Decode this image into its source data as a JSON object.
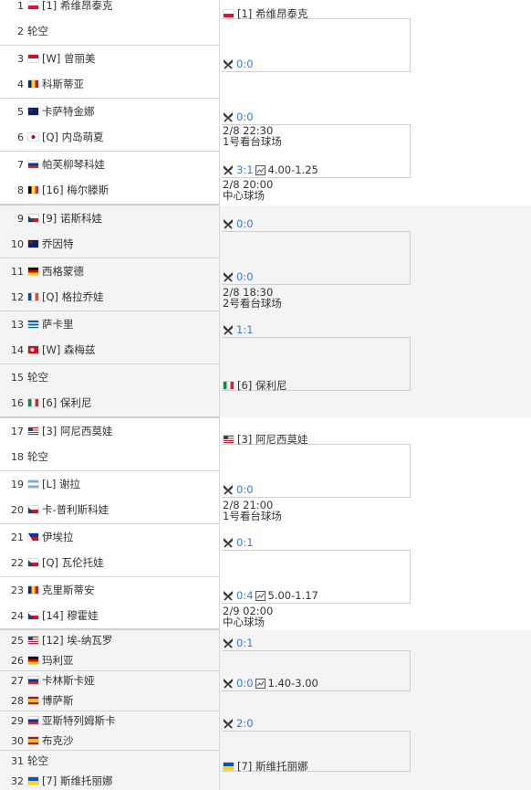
{
  "players": [
    {
      "num": "1",
      "flag": "pl",
      "label": "[1] 希维昂泰克"
    },
    {
      "num": "2",
      "flag": "",
      "label": "轮空"
    },
    {
      "num": "3",
      "flag": "id",
      "label": "[W] 曾丽美"
    },
    {
      "num": "4",
      "flag": "ro",
      "label": "科斯蒂亚"
    },
    {
      "num": "5",
      "flag": "au",
      "label": "卡萨特金娜"
    },
    {
      "num": "6",
      "flag": "jp",
      "label": "[Q] 内岛萌夏"
    },
    {
      "num": "7",
      "flag": "ru",
      "label": "帕芙柳琴科娃"
    },
    {
      "num": "8",
      "flag": "be",
      "label": "[16] 梅尔滕斯"
    },
    {
      "num": "9",
      "flag": "cz",
      "label": "[9] 诺斯科娃"
    },
    {
      "num": "10",
      "flag": "au",
      "label": "乔因特"
    },
    {
      "num": "11",
      "flag": "de",
      "label": "西格蒙德"
    },
    {
      "num": "12",
      "flag": "fr",
      "label": "[Q] 格拉乔娃"
    },
    {
      "num": "13",
      "flag": "gr",
      "label": "萨卡里"
    },
    {
      "num": "14",
      "flag": "tr",
      "label": "[W] 森梅兹"
    },
    {
      "num": "15",
      "flag": "",
      "label": "轮空"
    },
    {
      "num": "16",
      "flag": "it",
      "label": "[6] 保利尼"
    },
    {
      "num": "17",
      "flag": "us",
      "label": "[3] 阿尼西莫娃"
    },
    {
      "num": "18",
      "flag": "",
      "label": "轮空"
    },
    {
      "num": "19",
      "flag": "ar",
      "label": "[L] 谢拉"
    },
    {
      "num": "20",
      "flag": "cz",
      "label": "卡-普利斯科娃"
    },
    {
      "num": "21",
      "flag": "ph",
      "label": "伊埃拉"
    },
    {
      "num": "22",
      "flag": "cz",
      "label": "[Q] 瓦伦托娃"
    },
    {
      "num": "23",
      "flag": "ro",
      "label": "克里斯蒂安"
    },
    {
      "num": "24",
      "flag": "cz",
      "label": "[14] 穆霍娃"
    },
    {
      "num": "25",
      "flag": "us",
      "label": "[12] 埃-纳瓦罗"
    },
    {
      "num": "26",
      "flag": "de",
      "label": "玛利亚"
    },
    {
      "num": "27",
      "flag": "ru",
      "label": "卡林斯卡娅"
    },
    {
      "num": "28",
      "flag": "es",
      "label": "博萨斯"
    },
    {
      "num": "29",
      "flag": "ru",
      "label": "亚斯特列姆斯卡"
    },
    {
      "num": "30",
      "flag": "es",
      "label": "布克沙"
    },
    {
      "num": "31",
      "flag": "",
      "label": "轮空"
    },
    {
      "num": "32",
      "flag": "ua",
      "label": "[7] 斯维托丽娜"
    }
  ],
  "round2": {
    "names": [
      {
        "flag": "pl",
        "label": "[1] 希维昂泰克"
      },
      {
        "flag": "it",
        "label": "[6] 保利尼"
      },
      {
        "flag": "us",
        "label": "[3] 阿尼西莫娃"
      },
      {
        "flag": "ua",
        "label": "[7] 斯维托丽娜"
      }
    ],
    "scores": [
      {
        "text": "0:0",
        "odds": ""
      },
      {
        "text": "0:0",
        "odds": ""
      },
      {
        "text": "3:1",
        "odds": "4.00-1.25"
      },
      {
        "text": "0:0",
        "odds": ""
      },
      {
        "text": "0:0",
        "odds": ""
      },
      {
        "text": "1:1",
        "odds": ""
      },
      {
        "text": "0:0",
        "odds": ""
      },
      {
        "text": "0:1",
        "odds": ""
      },
      {
        "text": "0:4",
        "odds": "5.00-1.17"
      },
      {
        "text": "0:1",
        "odds": ""
      },
      {
        "text": "0:0",
        "odds": "1.40-3.00"
      },
      {
        "text": "2:0",
        "odds": ""
      }
    ],
    "infos": [
      {
        "date": "2/8 22:30",
        "venue": "1号看台球场"
      },
      {
        "date": "2/8 20:00",
        "venue": "中心球场"
      },
      {
        "date": "2/8 18:30",
        "venue": "2号看台球场"
      },
      {
        "date": "2/8 21:00",
        "venue": "1号看台球场"
      },
      {
        "date": "2/9 02:00",
        "venue": "中心球场"
      }
    ]
  },
  "colors": {
    "score": "#3a7bd5",
    "border": "#cfcfcf",
    "group_bg": "#f4f4f4"
  }
}
